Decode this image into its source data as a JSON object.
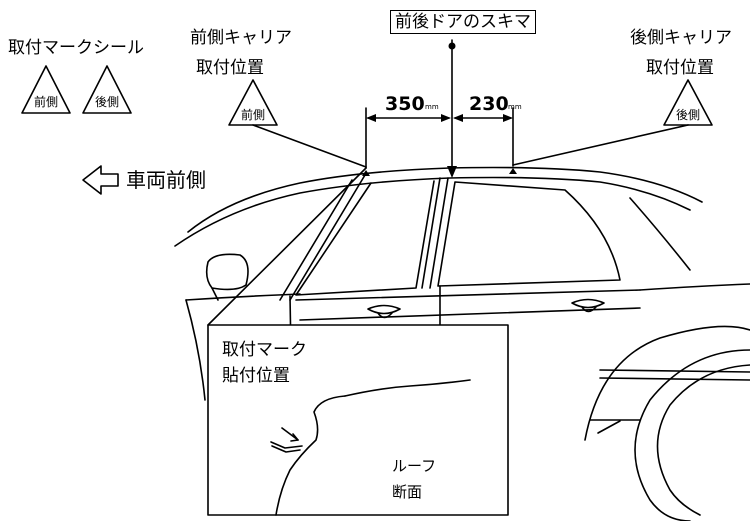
{
  "labels": {
    "mark_seal": "取付マークシール",
    "front_carrier_line1": "前側キャリア",
    "front_carrier_line2": "取付位置",
    "door_gap": "前後ドアのスキマ",
    "rear_carrier_line1": "後側キャリア",
    "rear_carrier_line2": "取付位置",
    "vehicle_front": "車両前側",
    "inset_title_line1": "取付マーク",
    "inset_title_line2": "貼付位置",
    "roof_section_line1": "ルーフ",
    "roof_section_line2": "断面"
  },
  "marks": {
    "front": "前側",
    "rear": "後側"
  },
  "dimensions": {
    "front_offset": "350",
    "rear_offset": "230",
    "unit": "mm"
  }
}
